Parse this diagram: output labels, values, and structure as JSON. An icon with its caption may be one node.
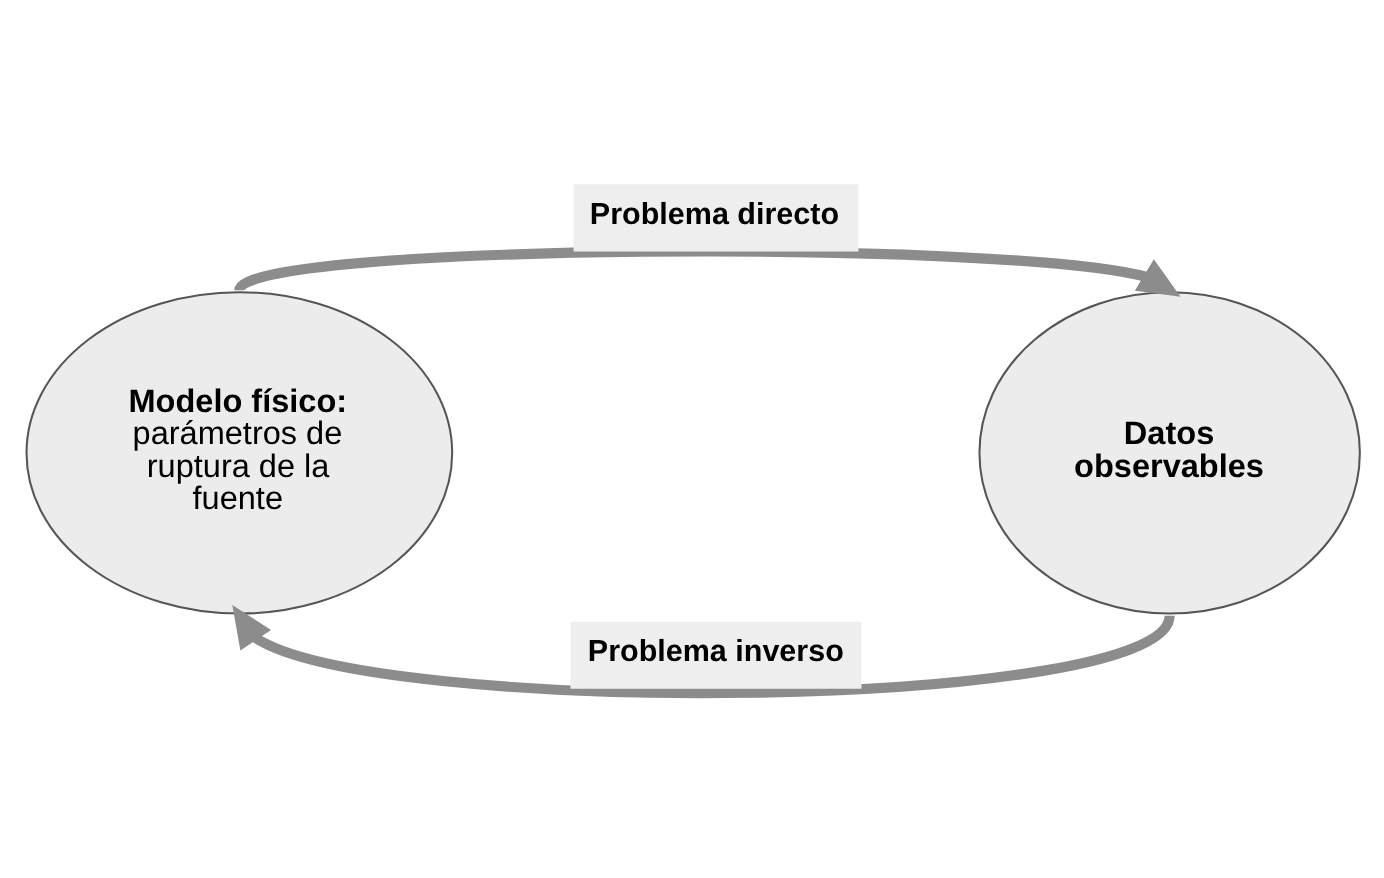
{
  "diagram": {
    "nodes": [
      {
        "text": [
          "Modelo físico:",
          "parámetros de ruptura de la fuente"
        ]
      },
      {
        "text": [
          "Datos observables"
        ]
      }
    ],
    "edges": [
      {
        "from": 0,
        "to": 1,
        "arrow": "to",
        "label": "Problema directo"
      },
      {
        "from": 1,
        "to": 0,
        "arrow": "to",
        "label": "Problema inverso"
      }
    ]
  }
}
